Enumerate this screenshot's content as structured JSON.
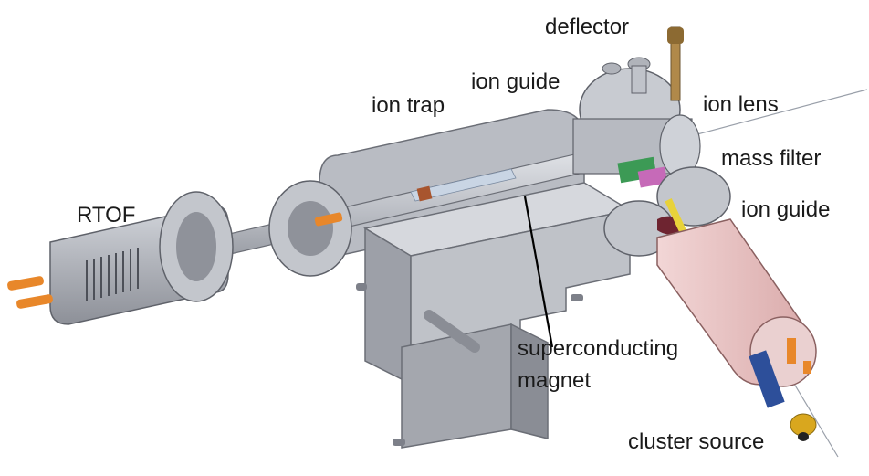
{
  "labels": {
    "deflector": "deflector",
    "ion_guide_top": "ion guide",
    "ion_trap": "ion trap",
    "ion_lens": "ion lens",
    "mass_filter": "mass filter",
    "ion_guide_right": "ion guide",
    "rtof": "RTOF",
    "superconducting": "superconducting",
    "magnet": "magnet",
    "cluster_source": "cluster source"
  },
  "colors": {
    "housing": "#a9acb3",
    "housing_dark": "#7d8089",
    "housing_light": "#cdd0d6",
    "copper": "#e8872a",
    "brass": "#b0894a",
    "pink_chamber": "#e8c3c3",
    "dark_red": "#6e2430",
    "yellow": "#e8d23a",
    "blue": "#2d4f9a",
    "green": "#3c9a55"
  }
}
